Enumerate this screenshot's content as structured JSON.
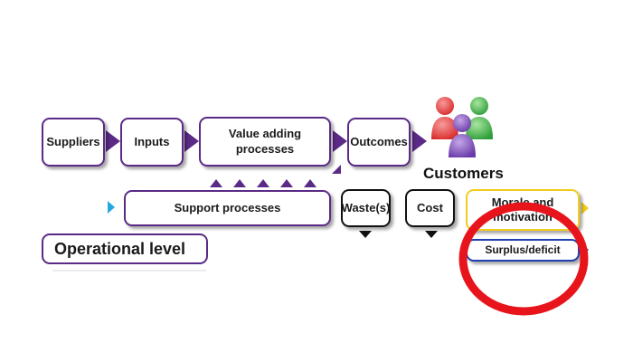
{
  "process_chain": {
    "suppliers": "Suppliers",
    "inputs": "Inputs",
    "value_adding": "Value adding\nprocesses",
    "outcomes": "Outcomes"
  },
  "customers": {
    "label": "Customers"
  },
  "support": {
    "label": "Support processes"
  },
  "results": {
    "waste": "Waste(s)",
    "cost": "Cost",
    "morale": "Morale and\nmotivation",
    "surplus": "Surplus/deficit"
  },
  "level": {
    "label": "Operational level"
  },
  "colors": {
    "purple": "#5b2a86",
    "yellow": "#f2cc1c",
    "blue": "#1f3fae",
    "cyan": "#29a8e0",
    "annotation_red": "#e8141c"
  },
  "icons": [
    "customers-icon",
    "chevron-right-icon",
    "triangle-up-icon",
    "triangle-down-icon"
  ]
}
